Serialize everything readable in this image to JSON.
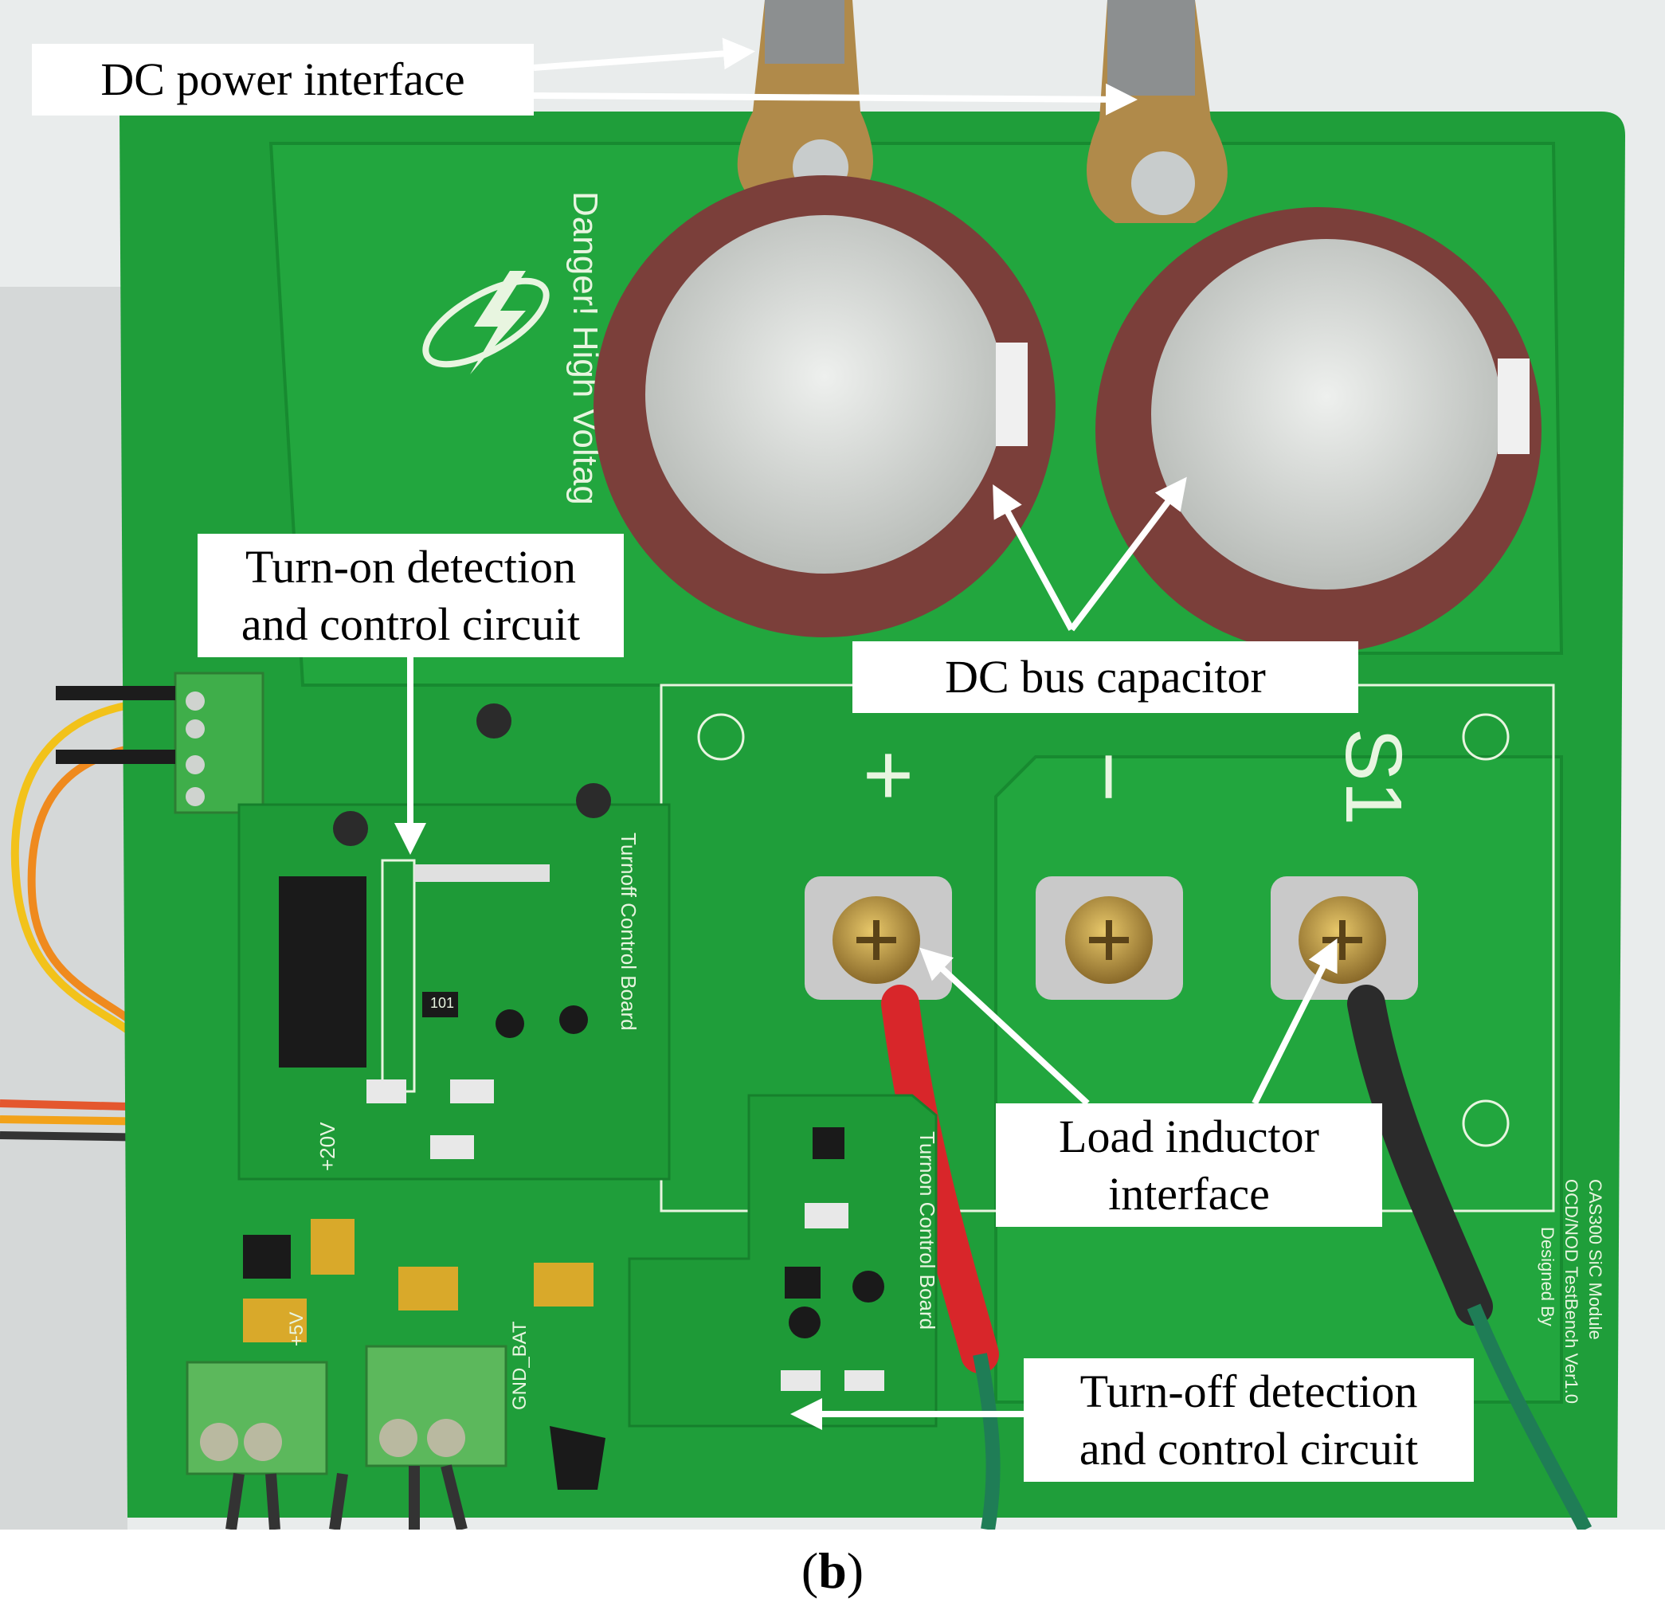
{
  "figure": {
    "panel_label_open": "(",
    "panel_label_letter": "b",
    "panel_label_close": ")"
  },
  "callouts": {
    "dc_power_interface": "DC power interface",
    "turn_on_line1": "Turn-on  detection",
    "turn_on_line2": "and control circuit",
    "dc_bus_capacitor": "DC bus capacitor",
    "load_inductor_line1": "Load inductor",
    "load_inductor_line2": "interface",
    "turn_off_line1": "Turn-off  detection",
    "turn_off_line2": "and control circuit"
  },
  "board_silkscreen": {
    "warning": "Danger! High Voltag",
    "terminal_plus": "+",
    "terminal_minus": "−",
    "terminal_s1": "S1",
    "turnoff_board": "Turnoff Control Board",
    "turnon_board": "Turnon Control Board",
    "plus20v": "+20V",
    "plus5v": "+5V",
    "gnd_bat": "GND_BAT",
    "resistor_101": "101",
    "module_line1": "CAS300 SiC Module",
    "module_line2": "OCD/NOD TestBench Ver1.0",
    "module_line3": "Designed By"
  },
  "colors": {
    "pcb_green": "#1f9e3a",
    "pcb_dark": "#178a30",
    "capacitor_brown": "#7b3f3a",
    "capacitor_top": "#d9dcd9",
    "arrow": "#ffffff",
    "terminal_block": "#3fae4a",
    "tantalum_yellow": "#d9a92a"
  }
}
